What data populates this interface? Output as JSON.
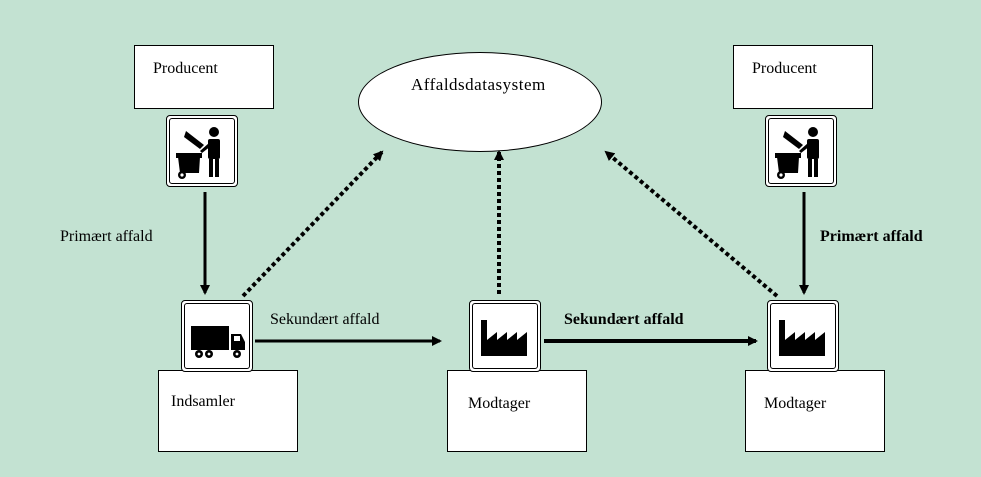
{
  "nodes": {
    "system": "Affaldsdatasystem",
    "producent_left": "Producent",
    "producent_right": "Producent",
    "indsamler": "Indsamler",
    "modtager_middle": "Modtager",
    "modtager_right": "Modtager"
  },
  "edges": {
    "primary_left": "Primært affald",
    "primary_right": "Primært affald",
    "secondary_1": "Sekundært affald",
    "secondary_2": "Sekundært affald"
  },
  "icons": {
    "producent": "person-waste-bin-icon",
    "indsamler": "truck-icon",
    "modtager": "factory-icon"
  },
  "colors": {
    "background": "#c3e2d2",
    "panel": "#ffffff",
    "stroke": "#000000"
  }
}
